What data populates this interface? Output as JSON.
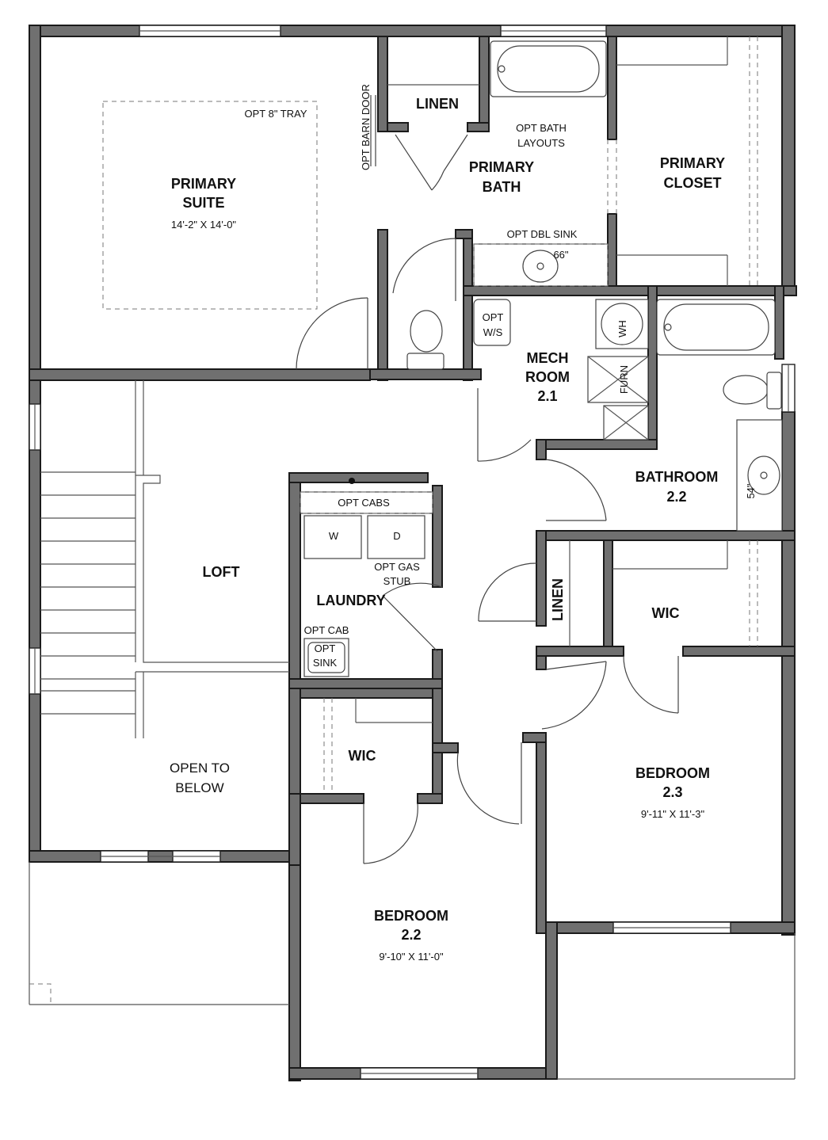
{
  "labels": {
    "primary_suite_1": "PRIMARY",
    "primary_suite_2": "SUITE",
    "primary_suite_dim": "14'-2\" X 14'-0\"",
    "opt_tray": "OPT 8\" TRAY",
    "opt_barn_door": "OPT BARN DOOR",
    "linen_top": "LINEN",
    "primary_bath_1": "PRIMARY",
    "primary_bath_2": "BATH",
    "opt_bath_1": "OPT BATH",
    "opt_bath_2": "LAYOUTS",
    "primary_closet_1": "PRIMARY",
    "primary_closet_2": "CLOSET",
    "opt_dbl_sink": "OPT DBL SINK",
    "sink_66": "66\"",
    "opt_ws_1": "OPT",
    "opt_ws_2": "W/S",
    "wh": "WH",
    "furn": "FURN",
    "mech_1": "MECH",
    "mech_2": "ROOM",
    "mech_3": "2.1",
    "bathroom_1": "BATHROOM",
    "bathroom_2": "2.2",
    "sink_54": "54\"",
    "loft": "LOFT",
    "opt_cabs": "OPT CABS",
    "w": "W",
    "d": "D",
    "opt_gas_1": "OPT GAS",
    "opt_gas_2": "STUB",
    "laundry": "LAUNDRY",
    "opt_cab": "OPT CAB",
    "opt_sink_1": "OPT",
    "opt_sink_2": "SINK",
    "linen_mid": "LINEN",
    "wic_right": "WIC",
    "wic_left": "WIC",
    "open_below_1": "OPEN TO",
    "open_below_2": "BELOW",
    "bed23_1": "BEDROOM",
    "bed23_2": "2.3",
    "bed23_dim": "9'-11\" X 11'-3\"",
    "bed22_1": "BEDROOM",
    "bed22_2": "2.2",
    "bed22_dim": "9'-10\" X 11'-0\""
  }
}
